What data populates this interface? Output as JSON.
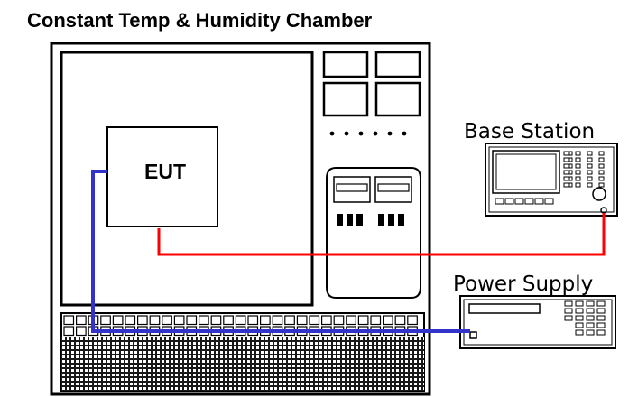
{
  "diagram": {
    "title": "Constant Temp & Humidity Chamber",
    "eut_label": "EUT",
    "base_station_label": "Base Station",
    "power_supply_label": "Power Supply"
  },
  "colors": {
    "outline": "#000000",
    "rf_cable": "#ff0000",
    "power_cable": "#3333cc",
    "background": "#ffffff"
  },
  "icons": [
    "chamber",
    "control-panel",
    "vent-grille",
    "base-station-instrument",
    "power-supply-instrument"
  ]
}
